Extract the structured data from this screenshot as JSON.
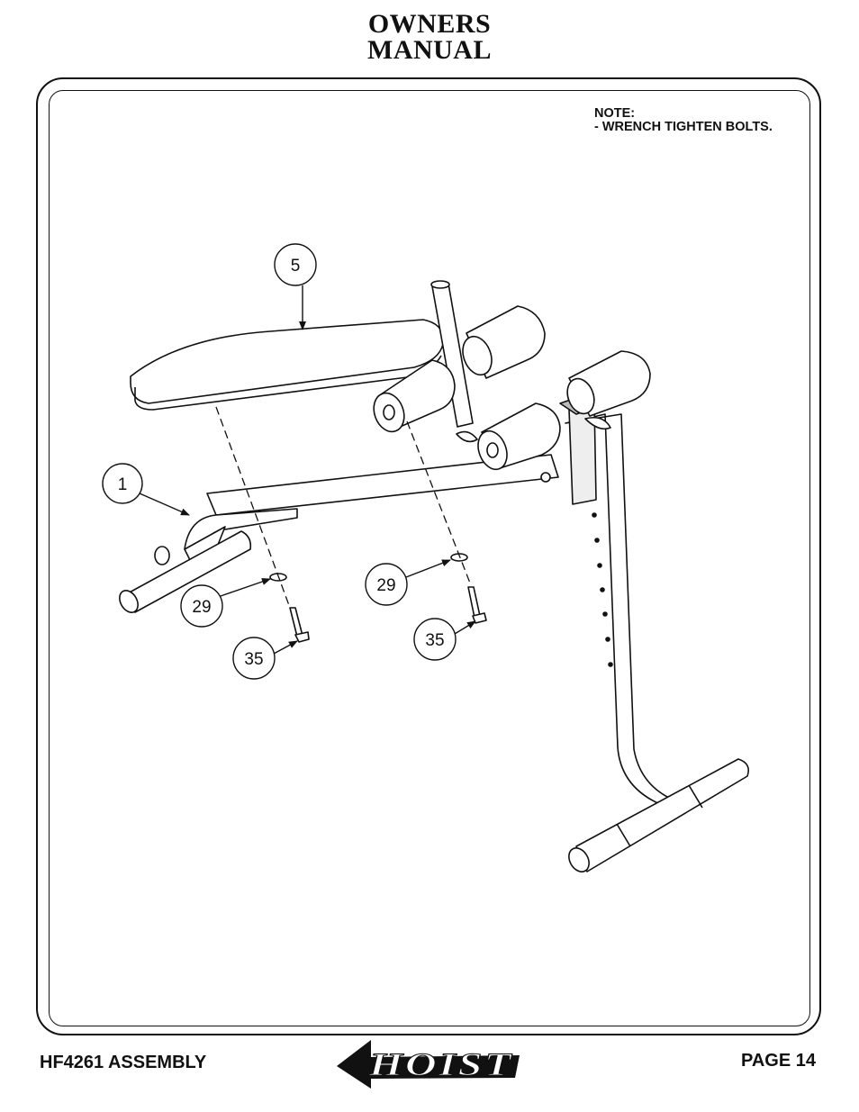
{
  "header": {
    "line1": "OWNERS",
    "line2": "MANUAL"
  },
  "note": {
    "heading": "NOTE:",
    "item": "-  WRENCH TIGHTEN BOLTS."
  },
  "callouts": [
    {
      "id": "seat-pad",
      "label": "5"
    },
    {
      "id": "frame",
      "label": "1"
    },
    {
      "id": "washer-left",
      "label": "29"
    },
    {
      "id": "washer-right",
      "label": "29"
    },
    {
      "id": "bolt-left",
      "label": "35"
    },
    {
      "id": "bolt-right",
      "label": "35"
    }
  ],
  "footer": {
    "left": "HF4261 ASSEMBLY",
    "right": "PAGE 14",
    "logo_text": "HOIST"
  }
}
